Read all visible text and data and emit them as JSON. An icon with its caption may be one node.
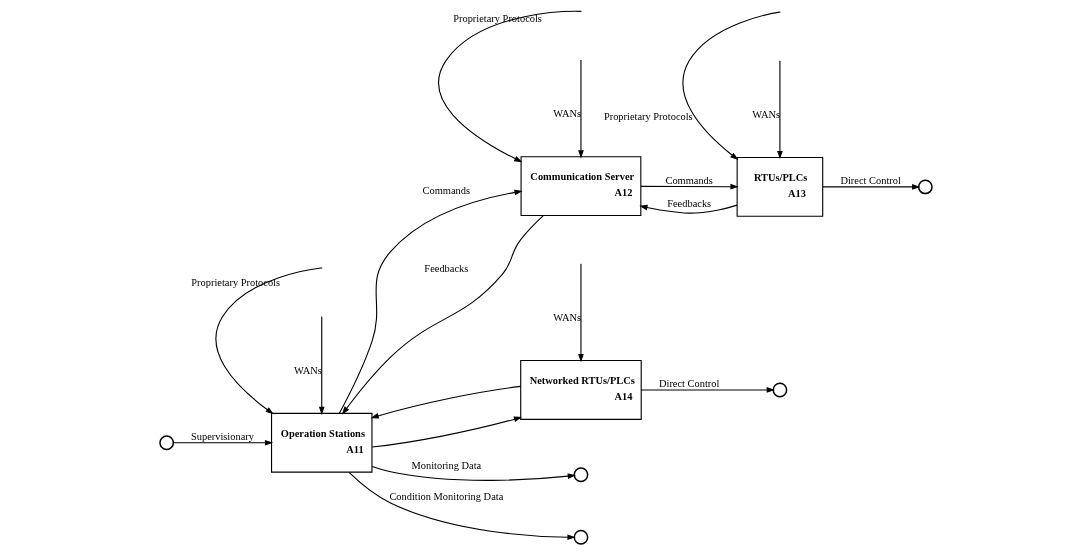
{
  "diagram": {
    "nodes": [
      {
        "text": [
          "Operation Stations",
          "A11"
        ]
      },
      {
        "text": [
          "Communication Server",
          "A12"
        ]
      },
      {
        "text": [
          "RTUs/PLCs",
          "A13"
        ]
      },
      {
        "text": [
          "Networked RTUs/PLCs",
          "A14"
        ]
      },
      {
        "text": [],
        "shape": "circle"
      },
      {
        "text": [],
        "shape": "circle"
      },
      {
        "text": [],
        "shape": "circle"
      },
      {
        "text": [],
        "shape": "circle"
      },
      {
        "text": [],
        "shape": "circle"
      }
    ],
    "edges": [
      {
        "from": 4,
        "to": 0,
        "arrow": "to",
        "label": "Supervisionary"
      },
      {
        "from": null,
        "to": 0,
        "arrow": "to",
        "label": "Proprietary Protocols"
      },
      {
        "from": null,
        "to": 1,
        "arrow": "to",
        "label": "Proprietary Protocols"
      },
      {
        "from": null,
        "to": 2,
        "arrow": "to",
        "label": "Proprietary Protocols"
      },
      {
        "from": 0,
        "to": 5,
        "arrow": "to",
        "label": "Monitoring Data"
      },
      {
        "from": 0,
        "to": 1,
        "arrow": "to",
        "label": "Commands"
      },
      {
        "from": 0,
        "to": 6,
        "arrow": "to",
        "label": "Condition Monitoring Data"
      },
      {
        "from": 0,
        "to": 3,
        "arrow": "to"
      },
      {
        "from": 1,
        "to": 2,
        "arrow": "to",
        "label": "Commands"
      },
      {
        "from": 2,
        "to": 1,
        "arrow": "to",
        "label": "Feedbacks"
      },
      {
        "from": 1,
        "to": 0,
        "arrow": "to",
        "label": "Feedbacks"
      },
      {
        "from": 3,
        "to": 0,
        "arrow": "to"
      },
      {
        "from": 2,
        "to": 7,
        "arrow": "to",
        "label": "Direct Control"
      },
      {
        "from": 3,
        "to": 8,
        "arrow": "to",
        "label": "Direct Control"
      },
      {
        "from": null,
        "to": 0,
        "arrow": "to",
        "label": "WANs"
      },
      {
        "from": null,
        "to": 1,
        "arrow": "to",
        "label": "WANs"
      },
      {
        "from": null,
        "to": 2,
        "arrow": "to",
        "label": "WANs"
      },
      {
        "from": null,
        "to": 3,
        "arrow": "to",
        "label": "WANs"
      }
    ]
  }
}
